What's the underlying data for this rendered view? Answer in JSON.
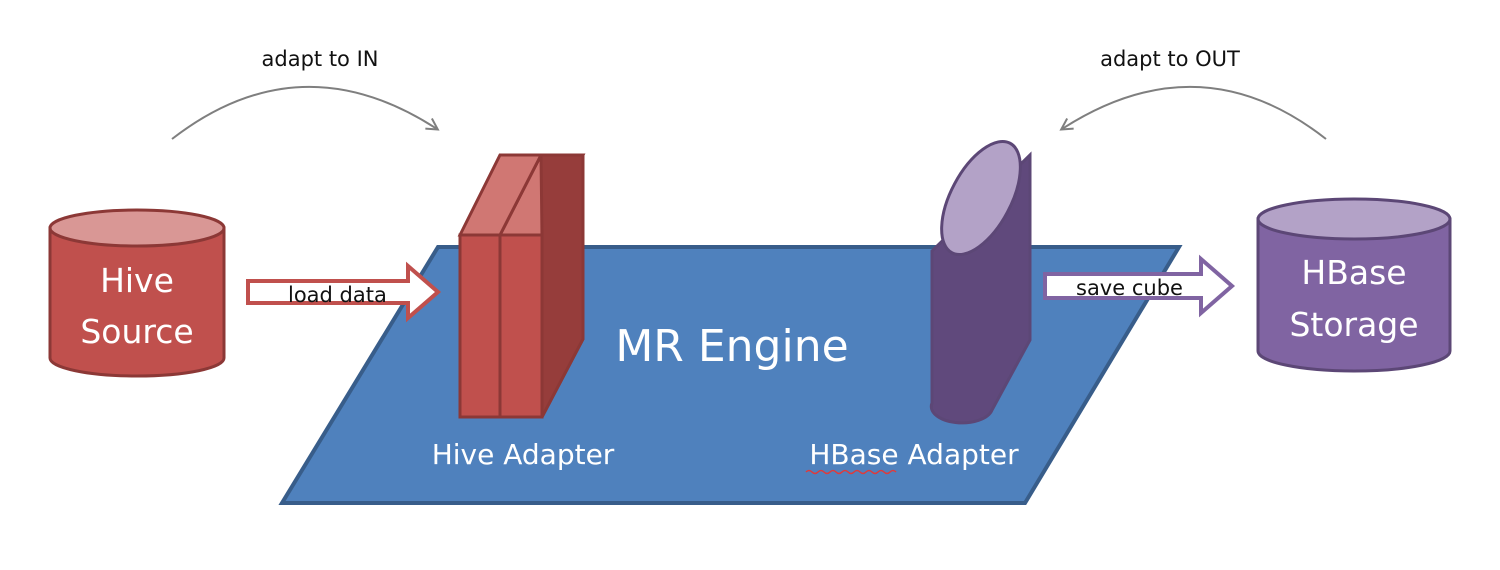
{
  "labels": {
    "adapt_in": "adapt to IN",
    "adapt_out": "adapt to OUT",
    "hive_source_line1": "Hive",
    "hive_source_line2": "Source",
    "load_data": "load data",
    "engine": "MR Engine",
    "hive_adapter": "Hive Adapter",
    "hbase_adapter": "HBase Adapter",
    "save_cube": "save cube",
    "hbase_storage_line1": "HBase",
    "hbase_storage_line2": "Storage"
  },
  "colors": {
    "red_fill": "#c0504d",
    "red_dark": "#8c3836",
    "red_light": "#d99795",
    "blue_fill": "#4f81bd",
    "blue_edge": "#385d8a",
    "purple_fill": "#8064a2",
    "purple_dark": "#5c4776",
    "purple_light": "#b3a2c7",
    "arrow_gray": "#7f7f7f"
  }
}
